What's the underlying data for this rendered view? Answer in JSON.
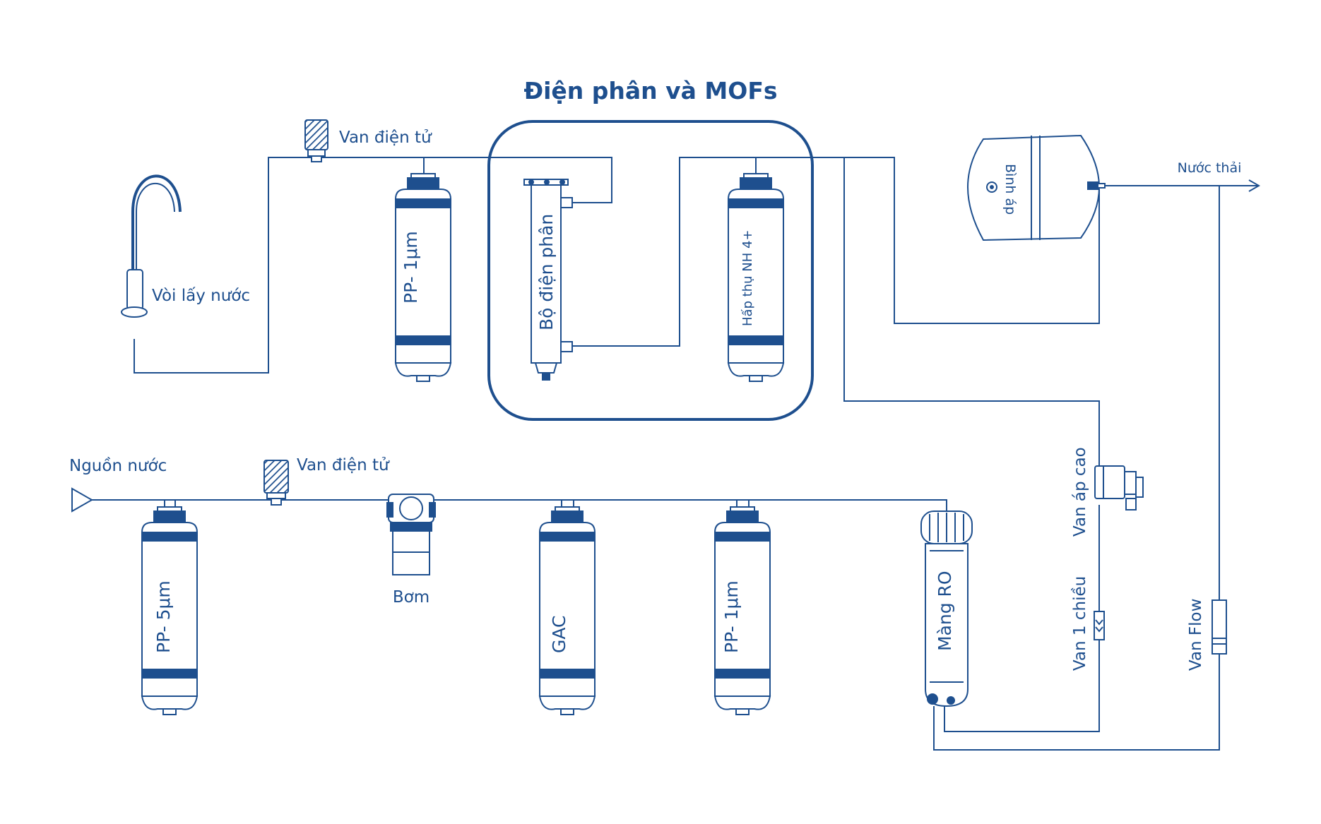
{
  "title": "Điện phân và MOFs",
  "colors": {
    "line": "#1e4f8e",
    "fill": "#ffffff"
  },
  "labels": {
    "faucet": "Vòi lấy nước",
    "solenoid_top": "Van điện tử",
    "solenoid_bottom": "Van điện tử",
    "water_source": "Nguồn nước",
    "pump": "Bơm",
    "waste": "Nước thải",
    "pressure_tank": "Bình áp",
    "high_pressure_valve": "Van áp cao",
    "check_valve": "Van 1 chiều",
    "flow_valve": "Van Flow"
  },
  "cartridges": {
    "pp1_top": "PP- 1μm",
    "electrolysis": "Bộ điện phân",
    "nh4": "Hấp thụ NH 4+",
    "pp5": "PP- 5μm",
    "gac": "GAC",
    "pp1_bottom": "PP- 1μm",
    "ro": "Màng RO"
  }
}
